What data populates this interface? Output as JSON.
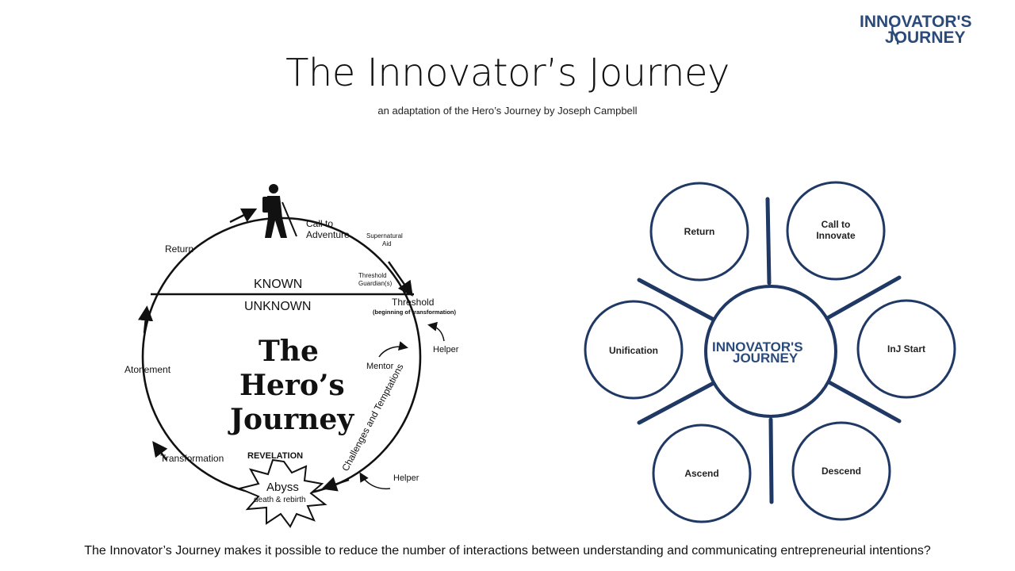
{
  "logo": {
    "line1": "INNOVATOR'S",
    "line2": "JOURNEY",
    "color": "#2a4a7a"
  },
  "header": {
    "title": "The Innovator’s Journey",
    "subtitle": "an adaptation of the Hero’s Journey by Joseph Campbell"
  },
  "hero": {
    "call": [
      "Call to",
      "Adventure"
    ],
    "supernatural": [
      "Supernatural",
      "Aid"
    ],
    "guardian": [
      "Threshold",
      "Guardian(s)"
    ],
    "known": "KNOWN",
    "unknown": "UNKNOWN",
    "threshold": "Threshold",
    "threshold_sub": "(beginning of transformation)",
    "helper1": "Helper",
    "mentor": "Mentor",
    "challenges": "Challenges and Temptations",
    "helper2": "Helper",
    "revelation": "REVELATION",
    "abyss": "Abyss",
    "abyss_sub": "death & rebirth",
    "transformation": "Transformation",
    "atonement": "Atonement",
    "return": "Return",
    "big_title": [
      "The",
      "Hero’s",
      "Journey"
    ]
  },
  "innovator": {
    "color": "#1f3864",
    "center_line1": "INNOVATOR'S",
    "center_line2": "JOURNEY",
    "nodes": {
      "return": "Return",
      "call": [
        "Call to",
        "Innovate"
      ],
      "start": "InJ Start",
      "unification": "Unification",
      "ascend": "Ascend",
      "descend": "Descend"
    }
  },
  "footer": {
    "text": "The Innovator’s Journey makes it possible to reduce the number of interactions between understanding  and communicating entrepreneurial intentions?"
  }
}
